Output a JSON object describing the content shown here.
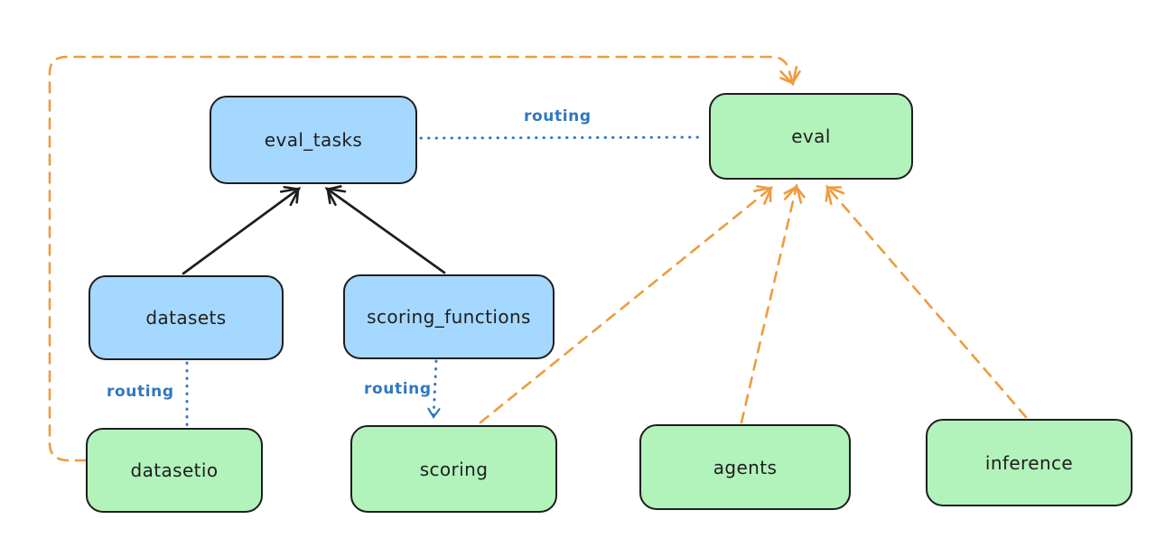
{
  "diagram": {
    "nodes": {
      "eval_tasks": {
        "label": "eval_tasks",
        "kind": "resource"
      },
      "eval": {
        "label": "eval",
        "kind": "api"
      },
      "datasets": {
        "label": "datasets",
        "kind": "resource"
      },
      "scoring_functions": {
        "label": "scoring_functions",
        "kind": "resource"
      },
      "datasetio": {
        "label": "datasetio",
        "kind": "api"
      },
      "scoring": {
        "label": "scoring",
        "kind": "api"
      },
      "agents": {
        "label": "agents",
        "kind": "api"
      },
      "inference": {
        "label": "inference",
        "kind": "api"
      }
    },
    "edges": [
      {
        "from": "datasets",
        "to": "eval_tasks",
        "style": "solid-black-arrow",
        "label": ""
      },
      {
        "from": "scoring_functions",
        "to": "eval_tasks",
        "style": "solid-black-arrow",
        "label": ""
      },
      {
        "from": "eval_tasks",
        "to": "eval",
        "style": "dotted-blue",
        "label": "routing"
      },
      {
        "from": "datasets",
        "to": "datasetio",
        "style": "dotted-blue",
        "label": "routing"
      },
      {
        "from": "scoring_functions",
        "to": "scoring",
        "style": "dotted-blue-arrow",
        "label": "routing"
      },
      {
        "from": "datasetio",
        "to": "eval",
        "style": "dashed-orange-arrow",
        "label": ""
      },
      {
        "from": "scoring",
        "to": "eval",
        "style": "dashed-orange-arrow",
        "label": ""
      },
      {
        "from": "agents",
        "to": "eval",
        "style": "dashed-orange-arrow",
        "label": ""
      },
      {
        "from": "inference",
        "to": "eval",
        "style": "dashed-orange-arrow",
        "label": ""
      }
    ],
    "colors": {
      "node_blue_fill": "#a5d8ff",
      "node_green_fill": "#b2f2bb",
      "stroke_dark": "#1e1e1e",
      "routing_blue": "#2f77c2",
      "provider_orange": "#ee9b3f",
      "background": "#ffffff"
    }
  }
}
